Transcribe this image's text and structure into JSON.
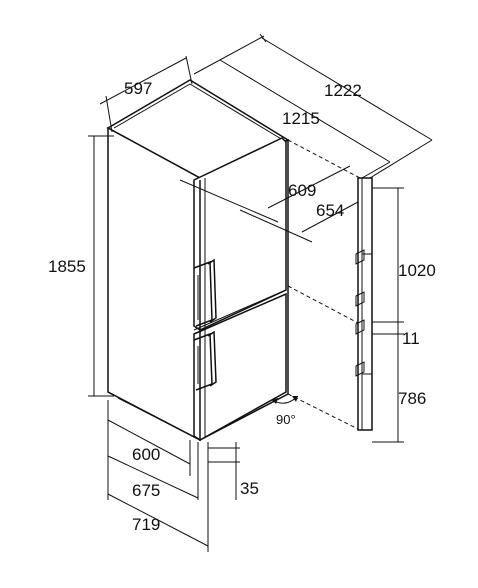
{
  "dimensions": {
    "width_top": "597",
    "depth_total_open": "1222",
    "depth_open": "1215",
    "depth_1": "609",
    "depth_2": "654",
    "height_total": "1855",
    "height_upper": "1020",
    "gap": "11",
    "height_lower": "786",
    "door_angle": "90°",
    "depth_600": "600",
    "depth_675": "675",
    "depth_719": "719",
    "offset_35": "35"
  }
}
